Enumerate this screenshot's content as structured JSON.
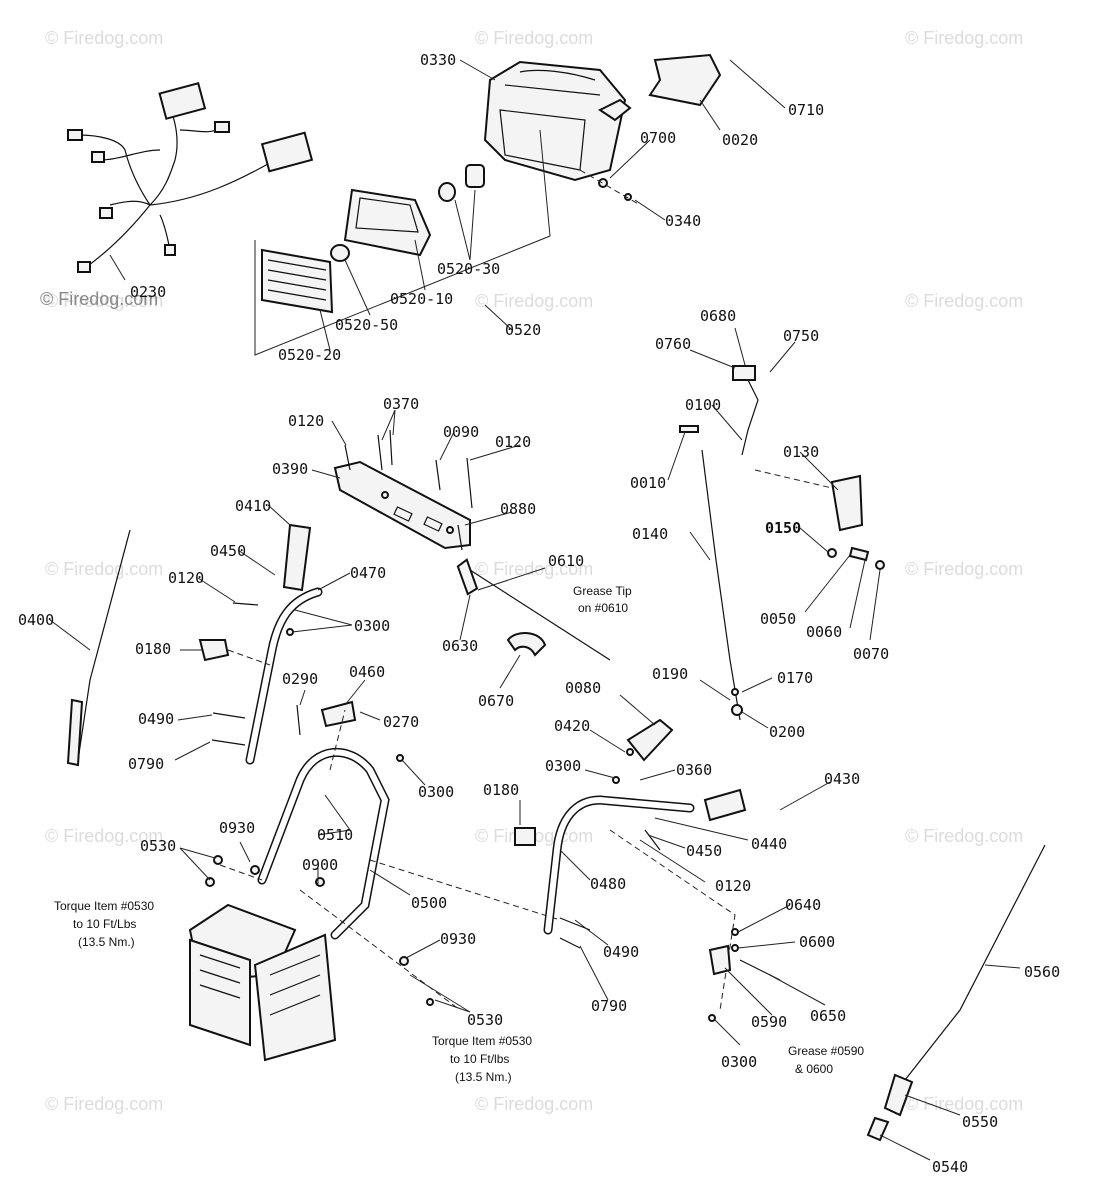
{
  "watermarks": [
    "© Firedog.com",
    "© Firedog.com",
    "© Firedog.com",
    "© Firedog.com",
    "© Firedog.com",
    "© Firedog.com",
    "© Firedog.com",
    "© Firedog.com",
    "© Firedog.com",
    "© Firedog.com",
    "© Firedog.com",
    "© Firedog.com",
    "© Firedog.com",
    "© Firedog.com",
    "© Firedog.com",
    "© Firedog.com"
  ],
  "callouts": {
    "c0330": "0330",
    "c0710": "0710",
    "c0020": "0020",
    "c0700": "0700",
    "c0340": "0340",
    "c0230": "0230",
    "c0520_30": "0520-30",
    "c0520_10": "0520-10",
    "c0520_50": "0520-50",
    "c0520": "0520",
    "c0520_20": "0520-20",
    "c0680": "0680",
    "c0750": "0750",
    "c0760": "0760",
    "c0100": "0100",
    "c0130": "0130",
    "c0010": "0010",
    "c0150": "0150",
    "c0140": "0140",
    "c0050": "0050",
    "c0060": "0060",
    "c0070": "0070",
    "c0120a": "0120",
    "c0370": "0370",
    "c0090": "0090",
    "c0120b": "0120",
    "c0390": "0390",
    "c0880": "0880",
    "c0410": "0410",
    "c0450a": "0450",
    "c0470": "0470",
    "c0610": "0610",
    "c0120c": "0120",
    "c0300a": "0300",
    "c0400": "0400",
    "c0180a": "0180",
    "c0630": "0630",
    "c0670": "0670",
    "c0290": "0290",
    "c0460": "0460",
    "c0270": "0270",
    "c0490a": "0490",
    "c0790a": "0790",
    "c0300b": "0300",
    "c0080": "0080",
    "c0190": "0190",
    "c0170": "0170",
    "c0420": "0420",
    "c0200": "0200",
    "c0300c": "0300",
    "c0360": "0360",
    "c0430": "0430",
    "c0180b": "0180",
    "c0510": "0510",
    "c0440": "0440",
    "c0450b": "0450",
    "c0930a": "0930",
    "c0530a": "0530",
    "c0900": "0900",
    "c0480": "0480",
    "c0120d": "0120",
    "c0500": "0500",
    "c0640": "0640",
    "c0600": "0600",
    "c0560": "0560",
    "c0490b": "0490",
    "c0930b": "0930",
    "c0790b": "0790",
    "c0590": "0590",
    "c0650": "0650",
    "c0530b": "0530",
    "c0300d": "0300",
    "c0550": "0550",
    "c0540": "0540"
  },
  "notes": {
    "grease_tip": [
      "Grease Tip",
      "on #0610"
    ],
    "torque_left": [
      "Torque Item #0530",
      "to 10 Ft/Lbs",
      "(13.5 Nm.)"
    ],
    "torque_bottom": [
      "Torque Item #0530",
      "to 10 Ft/lbs",
      "(13.5 Nm.)"
    ],
    "grease_0590": [
      "Grease #0590",
      "& 0600"
    ]
  }
}
